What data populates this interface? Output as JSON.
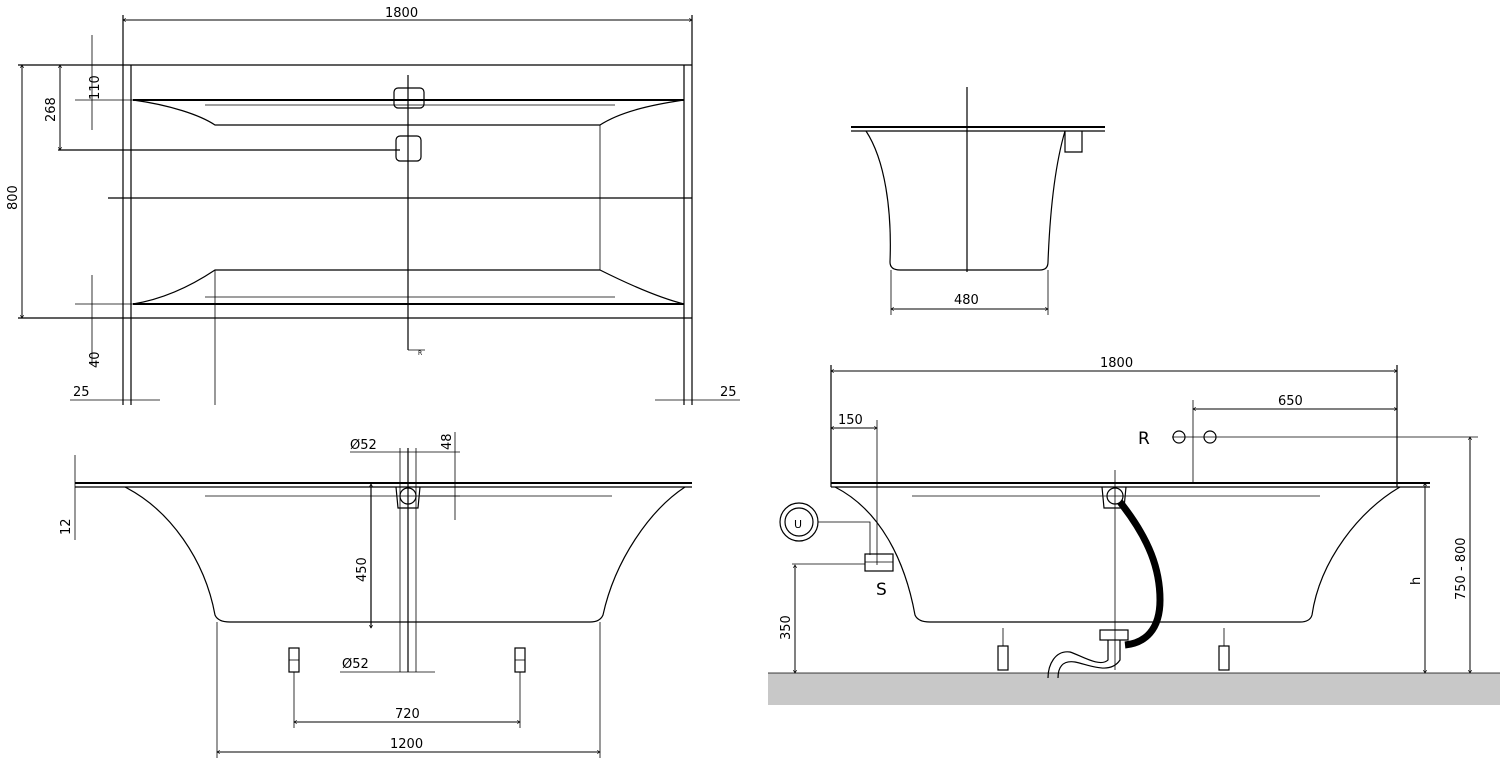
{
  "top_view": {
    "length": "1800",
    "width": "800",
    "d268": "268",
    "d110": "110",
    "d40": "40",
    "left_25": "25",
    "right_25": "25",
    "section_mark": "R"
  },
  "end_view": {
    "bottom_width": "480"
  },
  "front_view": {
    "overflow_dia": "Ø52",
    "overflow_offset": "48",
    "rim": "12",
    "depth": "450",
    "drain_dia": "Ø52",
    "feet_spacing": "720",
    "bottom_length": "1200"
  },
  "install_view": {
    "length": "1800",
    "d650": "650",
    "d150": "150",
    "label_r": "R",
    "label_u": "U",
    "label_s": "S",
    "d350": "350",
    "label_h": "h",
    "total_height": "750 - 800",
    "floor_color": "#c8c8c8"
  }
}
